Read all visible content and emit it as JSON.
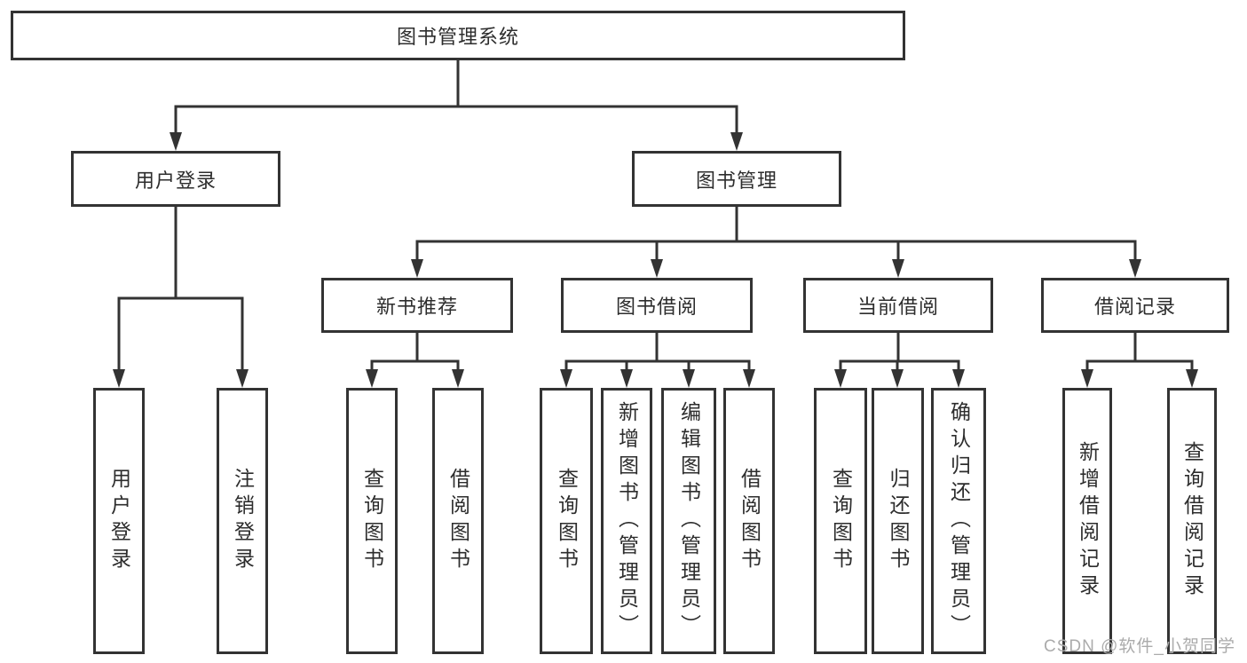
{
  "tree": {
    "label": "图书管理系统",
    "children": [
      {
        "label": "用户登录",
        "children": [
          {
            "label": "用户登录"
          },
          {
            "label": "注销登录"
          }
        ]
      },
      {
        "label": "图书管理",
        "children": [
          {
            "label": "新书推荐",
            "children": [
              {
                "label": "查询图书"
              },
              {
                "label": "借阅图书"
              }
            ]
          },
          {
            "label": "图书借阅",
            "children": [
              {
                "label": "查询图书"
              },
              {
                "label": "新增图书（管理员）"
              },
              {
                "label": "编辑图书（管理员）"
              },
              {
                "label": "借阅图书"
              }
            ]
          },
          {
            "label": "当前借阅",
            "children": [
              {
                "label": "查询图书"
              },
              {
                "label": "归还图书"
              },
              {
                "label": "确认归还（管理员）"
              }
            ]
          },
          {
            "label": "借阅记录",
            "children": [
              {
                "label": "新增借阅记录"
              },
              {
                "label": "查询借阅记录"
              }
            ]
          }
        ]
      }
    ]
  },
  "watermark": "CSDN @软件_小贺同学",
  "colors": {
    "line": "#333333",
    "text": "#2d2d2d",
    "background": "#ffffff",
    "watermark": "#ababab"
  }
}
